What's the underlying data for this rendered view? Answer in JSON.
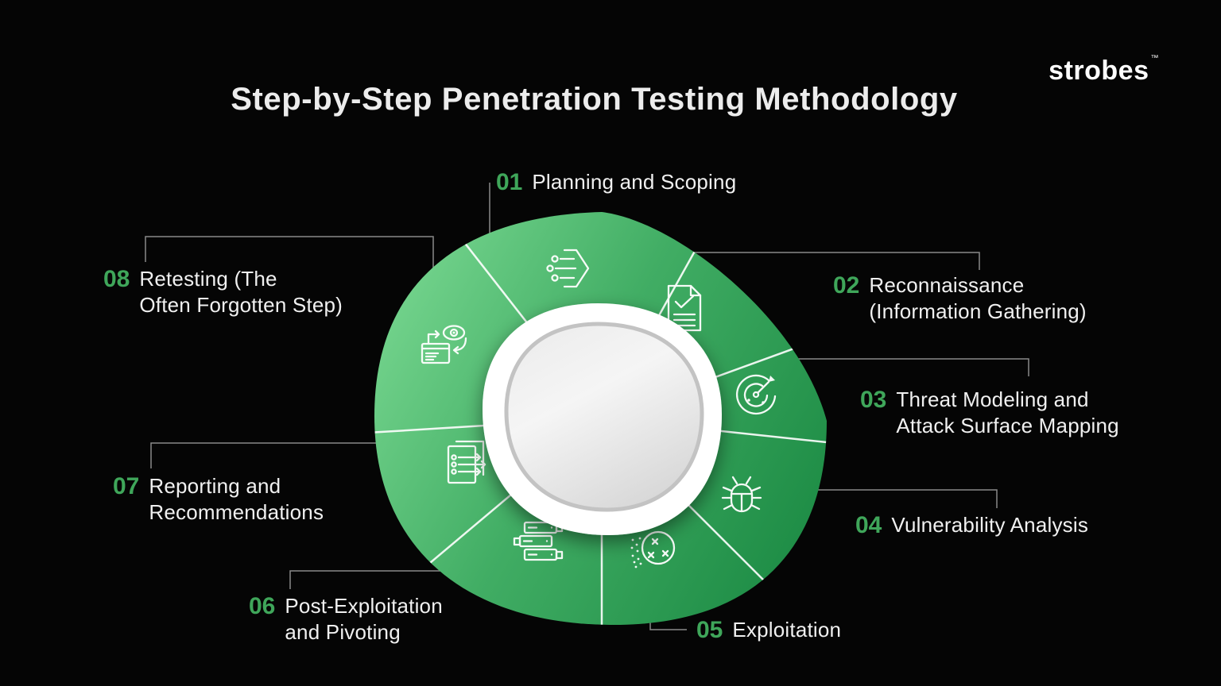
{
  "title": "Step-by-Step Penetration Testing Methodology",
  "brand": {
    "name": "strobes",
    "tm": "™"
  },
  "steps": [
    {
      "num": "01",
      "line1": "Planning and Scoping",
      "line2": "",
      "icon": "planning-icon"
    },
    {
      "num": "02",
      "line1": "Reconnaissance",
      "line2": "(Information Gathering)",
      "icon": "checklist-document-icon"
    },
    {
      "num": "03",
      "line1": "Threat Modeling and",
      "line2": "Attack Surface Mapping",
      "icon": "radar-target-icon"
    },
    {
      "num": "04",
      "line1": "Vulnerability Analysis",
      "line2": "",
      "icon": "bug-icon"
    },
    {
      "num": "05",
      "line1": "Exploitation",
      "line2": "",
      "icon": "impact-burst-icon"
    },
    {
      "num": "06",
      "line1": "Post-Exploitation",
      "line2": "and Pivoting",
      "icon": "server-stack-icon"
    },
    {
      "num": "07",
      "line1": "Reporting and",
      "line2": "Recommendations",
      "icon": "report-arrows-icon"
    },
    {
      "num": "08",
      "line1": "Retesting (The",
      "line2": "Often Forgotten Step)",
      "icon": "retest-review-icon"
    }
  ],
  "colors": {
    "background": "#050505",
    "accent_green": "#3FA65A",
    "blob_gradient": [
      "#74D48D",
      "#41AD64",
      "#1D8C45"
    ],
    "divider": "#FFFFFF",
    "connector": "#989898",
    "title_text": "#ECECEC",
    "label_text": "#F0F0F0",
    "donut_ring": "#FFFFFF",
    "donut_inner": [
      "#ECECEC",
      "#F5F5F5",
      "#D7D7D7"
    ]
  }
}
